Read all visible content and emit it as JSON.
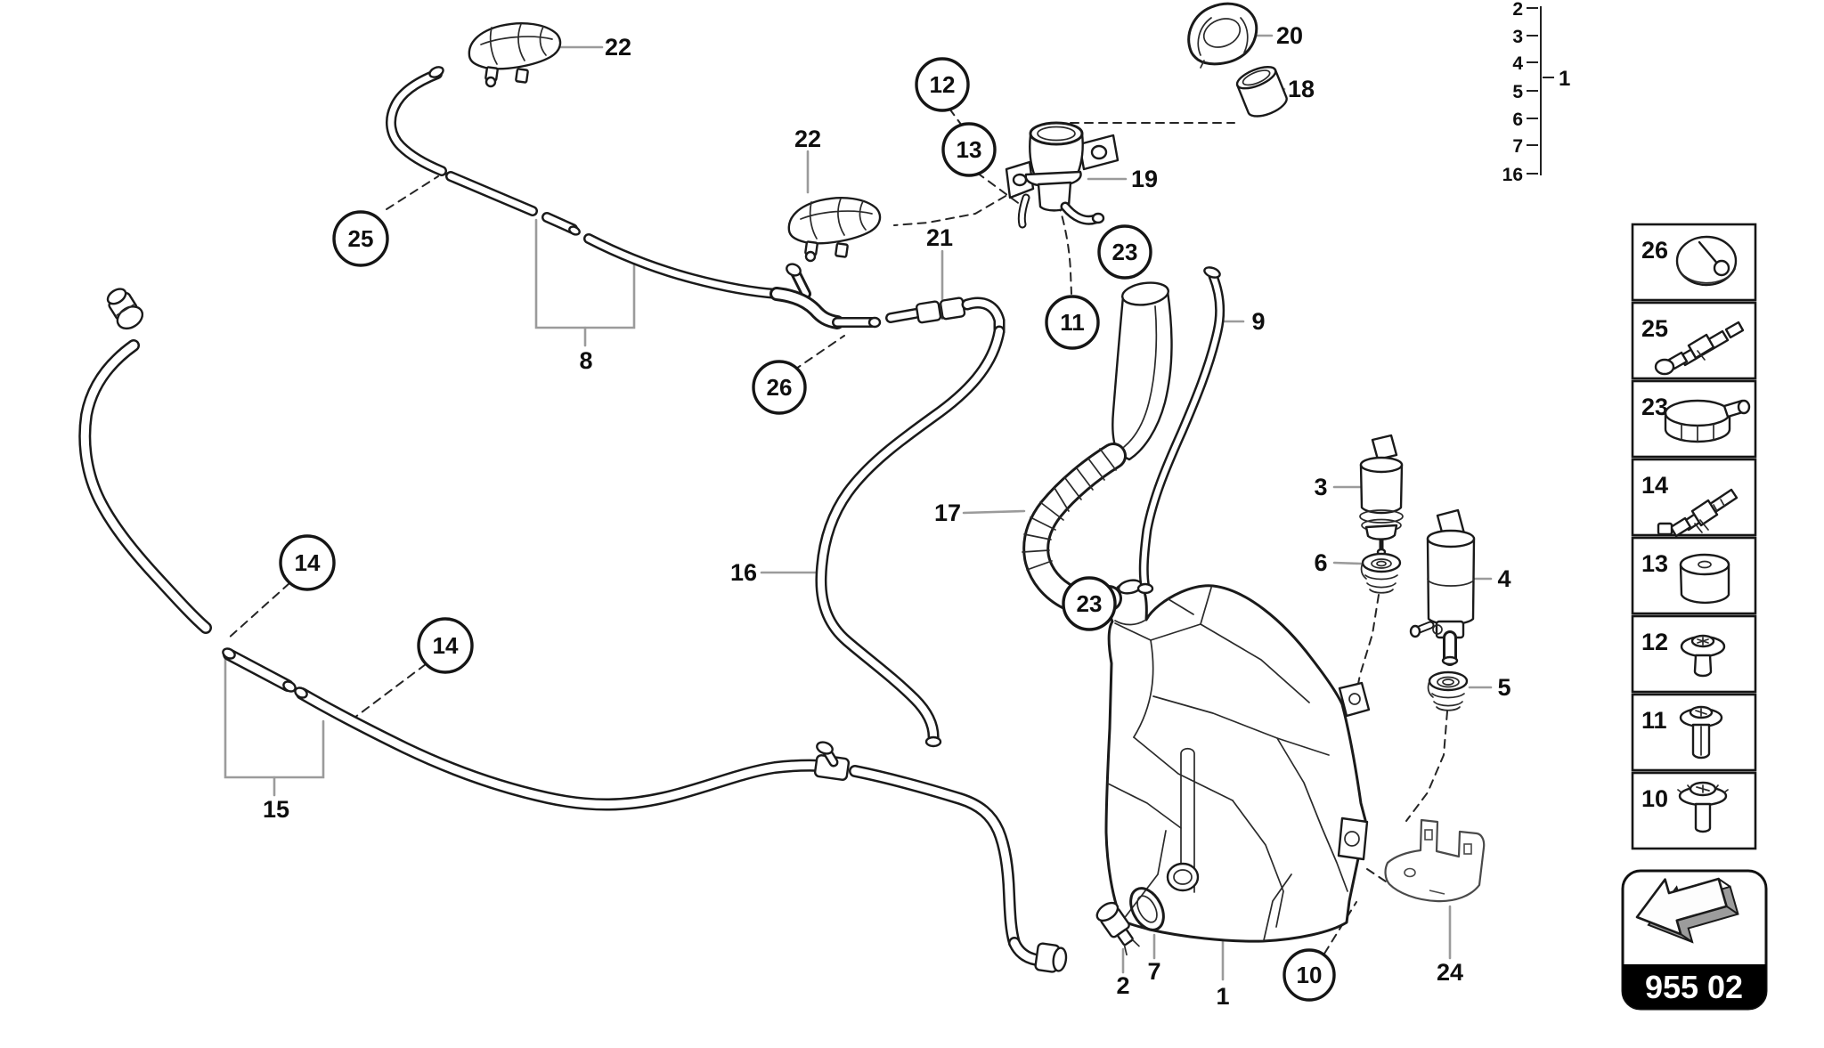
{
  "figure": {
    "badge_code": "955 02",
    "index_bracket": {
      "rows": [
        {
          "text": "2"
        },
        {
          "text": "3"
        },
        {
          "text": "4"
        },
        {
          "text": "5"
        },
        {
          "text": "6"
        },
        {
          "text": "7"
        },
        {
          "text": "16"
        }
      ],
      "group": "1"
    },
    "plain_callouts": [
      {
        "text": "22"
      },
      {
        "text": "22"
      },
      {
        "text": "21"
      },
      {
        "text": "19"
      },
      {
        "text": "20"
      },
      {
        "text": "18"
      },
      {
        "text": "9"
      },
      {
        "text": "17"
      },
      {
        "text": "16"
      },
      {
        "text": "8"
      },
      {
        "text": "15"
      },
      {
        "text": "3"
      },
      {
        "text": "6"
      },
      {
        "text": "4"
      },
      {
        "text": "5"
      },
      {
        "text": "2"
      },
      {
        "text": "7"
      },
      {
        "text": "1"
      },
      {
        "text": "24"
      }
    ],
    "circled_callouts": [
      {
        "text": "25"
      },
      {
        "text": "12"
      },
      {
        "text": "13"
      },
      {
        "text": "23"
      },
      {
        "text": "11"
      },
      {
        "text": "26"
      },
      {
        "text": "14"
      },
      {
        "text": "14"
      },
      {
        "text": "23"
      },
      {
        "text": "10"
      }
    ],
    "hardware_column": [
      {
        "num": "26",
        "icon": "reservoir-cap-icon"
      },
      {
        "num": "25",
        "icon": "sensor-clip-icon"
      },
      {
        "num": "23",
        "icon": "hose-clamp-icon"
      },
      {
        "num": "14",
        "icon": "cable-tie-icon"
      },
      {
        "num": "13",
        "icon": "bushing-icon"
      },
      {
        "num": "12",
        "icon": "screw-short-icon"
      },
      {
        "num": "11",
        "icon": "screw-long-icon"
      },
      {
        "num": "10",
        "icon": "screw-washer-icon"
      }
    ]
  }
}
